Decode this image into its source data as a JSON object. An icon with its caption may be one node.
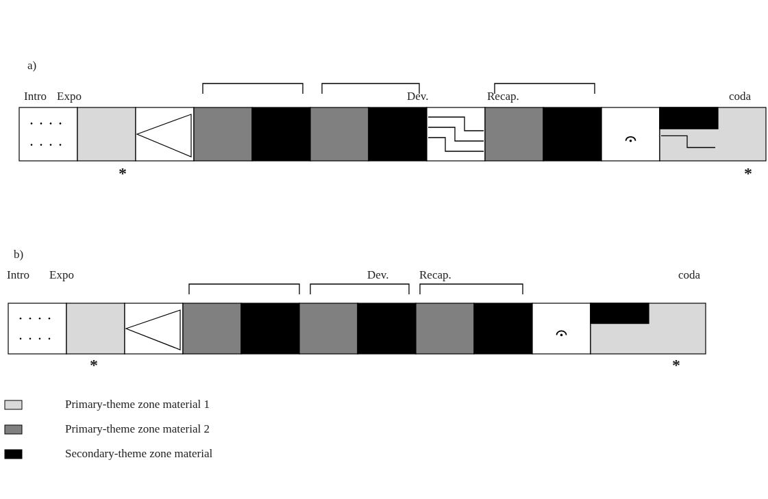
{
  "diagram": {
    "labels": [
      "a)",
      "Intro",
      "Expo",
      "Dev.",
      "Recap.",
      "coda",
      "*",
      "*",
      "b)",
      "Intro",
      "Expo",
      "Dev.",
      "Recap.",
      "coda",
      "*",
      "*"
    ],
    "legend": [
      {
        "text": "Primary-theme zone material 1",
        "color": "#d9d9d9"
      },
      {
        "text": "Primary-theme zone material 2",
        "color": "#808080"
      },
      {
        "text": "Secondary-theme zone material",
        "color": "#000000"
      }
    ]
  }
}
